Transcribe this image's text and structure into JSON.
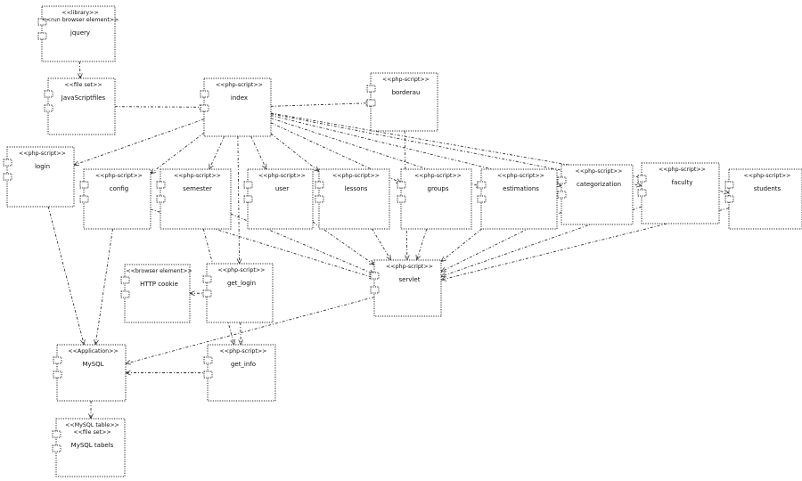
{
  "components": [
    {
      "id": "jquery",
      "stereotypes": [
        "<<library>>",
        "<<run browser element>>"
      ],
      "name": "jquery"
    },
    {
      "id": "js_files",
      "stereotypes": [
        "<<file set>>"
      ],
      "name": "JavaScriptfiles"
    },
    {
      "id": "index",
      "stereotypes": [
        "<<php-script>>"
      ],
      "name": "index"
    },
    {
      "id": "borderau",
      "stereotypes": [
        "<<php-script>>"
      ],
      "name": "borderau"
    },
    {
      "id": "login",
      "stereotypes": [
        "<<php-script>>"
      ],
      "name": "login"
    },
    {
      "id": "config",
      "stereotypes": [
        "<<php-script>>"
      ],
      "name": "config"
    },
    {
      "id": "semester",
      "stereotypes": [
        "<<php-script>>"
      ],
      "name": "semester"
    },
    {
      "id": "user",
      "stereotypes": [
        "<<php-script>>"
      ],
      "name": "user"
    },
    {
      "id": "lessons",
      "stereotypes": [
        "<<php-script>>"
      ],
      "name": "lessons"
    },
    {
      "id": "groups",
      "stereotypes": [
        "<<php-script>>"
      ],
      "name": "groups"
    },
    {
      "id": "estimations",
      "stereotypes": [
        "<<php-script>>"
      ],
      "name": "estimations"
    },
    {
      "id": "categorization",
      "stereotypes": [
        "<<php-script>>"
      ],
      "name": "categorization"
    },
    {
      "id": "faculty",
      "stereotypes": [
        "<<php-script>>"
      ],
      "name": "faculty"
    },
    {
      "id": "students",
      "stereotypes": [
        "<<php-script>>"
      ],
      "name": "students"
    },
    {
      "id": "http_cookie",
      "stereotypes": [
        "<<browser element>>"
      ],
      "name": "HTTP cookie"
    },
    {
      "id": "get_login",
      "stereotypes": [
        "<<php-script>>"
      ],
      "name": "get_login"
    },
    {
      "id": "servlet",
      "stereotypes": [
        "<<php-script>>"
      ],
      "name": "servlet"
    },
    {
      "id": "mysql",
      "stereotypes": [
        "<<Application>>"
      ],
      "name": "MySQL"
    },
    {
      "id": "get_info",
      "stereotypes": [
        "<<php-script>>"
      ],
      "name": "get_info"
    },
    {
      "id": "mysql_tables",
      "stereotypes": [
        "<<MySQL table>>",
        "<<file set>>"
      ],
      "name": "MySQL tabels"
    }
  ],
  "dependencies": [
    {
      "from": "jquery",
      "to": "js_files"
    },
    {
      "from": "js_files",
      "to": "index"
    },
    {
      "from": "index",
      "to": "borderau"
    },
    {
      "from": "index",
      "to": "login"
    },
    {
      "from": "index",
      "to": "config"
    },
    {
      "from": "index",
      "to": "semester"
    },
    {
      "from": "index",
      "to": "user"
    },
    {
      "from": "index",
      "to": "lessons"
    },
    {
      "from": "index",
      "to": "groups"
    },
    {
      "from": "index",
      "to": "estimations"
    },
    {
      "from": "index",
      "to": "categorization"
    },
    {
      "from": "index",
      "to": "faculty"
    },
    {
      "from": "index",
      "to": "students"
    },
    {
      "from": "borderau",
      "to": "servlet"
    },
    {
      "from": "config",
      "to": "servlet"
    },
    {
      "from": "semester",
      "to": "servlet"
    },
    {
      "from": "user",
      "to": "servlet"
    },
    {
      "from": "lessons",
      "to": "servlet"
    },
    {
      "from": "groups",
      "to": "servlet"
    },
    {
      "from": "estimations",
      "to": "servlet"
    },
    {
      "from": "categorization",
      "to": "servlet"
    },
    {
      "from": "faculty",
      "to": "servlet"
    },
    {
      "from": "students",
      "to": "servlet"
    },
    {
      "from": "index",
      "to": "get_login"
    },
    {
      "from": "get_login",
      "to": "http_cookie"
    },
    {
      "from": "get_login",
      "to": "get_info"
    },
    {
      "from": "login",
      "to": "mysql"
    },
    {
      "from": "config",
      "to": "mysql"
    },
    {
      "from": "servlet",
      "to": "mysql"
    },
    {
      "from": "semester",
      "to": "get_info"
    },
    {
      "from": "get_info",
      "to": "mysql"
    },
    {
      "from": "mysql",
      "to": "mysql_tables"
    }
  ]
}
